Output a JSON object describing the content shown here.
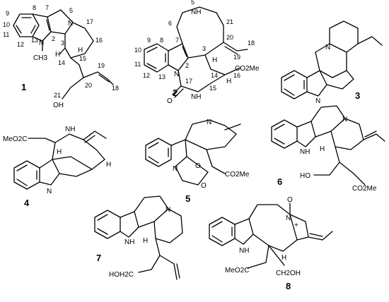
{
  "compounds": [
    {
      "id": "1",
      "atoms": {
        "N": "N",
        "H": "H",
        "OH": "OH",
        "CH3": "CH3"
      },
      "numbers": [
        "9",
        "10",
        "11",
        "12",
        "8",
        "13",
        "7",
        "2",
        "5",
        "3",
        "17",
        "16",
        "14",
        "15",
        "20",
        "19",
        "18",
        "21"
      ]
    },
    {
      "id": "2",
      "atoms": {
        "NH": "NH",
        "N": "N",
        "O": "O",
        "H": "H",
        "ester": "CO2Me"
      },
      "numbers": [
        "6",
        "5",
        "7",
        "8",
        "9",
        "10",
        "11",
        "12",
        "13",
        "2",
        "3",
        "21",
        "20",
        "19",
        "18",
        "14",
        "15",
        "16",
        "17"
      ]
    },
    {
      "id": "3",
      "atoms": {
        "N1": "N",
        "N2": "N"
      }
    },
    {
      "id": "4",
      "atoms": {
        "ester": "MeO2C",
        "NH": "NH",
        "N": "N",
        "H1": "H",
        "H2": "H"
      }
    },
    {
      "id": "5",
      "atoms": {
        "N1": "N",
        "N2": "N",
        "O1": "O",
        "O2": "O",
        "ester": "CO2Me"
      }
    },
    {
      "id": "6",
      "atoms": {
        "NH": "NH",
        "N": "N",
        "H": "H",
        "HO": "HO",
        "ester": "CO2Me"
      }
    },
    {
      "id": "7",
      "atoms": {
        "NH": "NH",
        "N": "N",
        "H": "H",
        "HOH2C": "HOH2C"
      }
    },
    {
      "id": "8",
      "atoms": {
        "NH": "NH",
        "N": "N",
        "Ominus": "O",
        "plus": "+",
        "H": "H",
        "ester": "MeO2C",
        "CH2OH": "CH2OH"
      }
    }
  ]
}
